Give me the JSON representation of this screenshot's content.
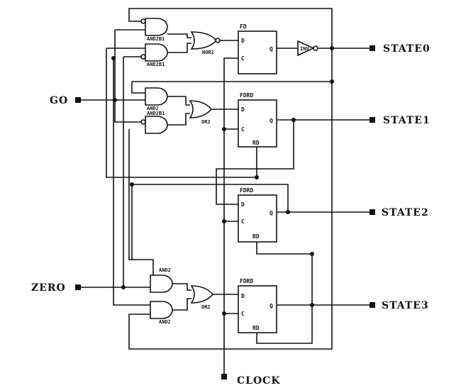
{
  "ports": {
    "go": "GO",
    "zero": "ZERO",
    "clock": "CLOCK",
    "state0": "STATE0",
    "state1": "STATE1",
    "state2": "STATE2",
    "state3": "STATE3"
  },
  "gates": {
    "and2b1_a": "AND2B1",
    "and2b1_b": "AND2B1",
    "nor2": "NOR2",
    "and2_a": "AND2",
    "and2b1_c": "AND2B1",
    "or2_a": "OR2",
    "and2_b": "AND2",
    "and2_c": "AND2",
    "or2_b": "OR2",
    "inv": "INV"
  },
  "flipflops": {
    "ff0": {
      "type": "FD",
      "d": "D",
      "q": "Q",
      "c": "C"
    },
    "ff1": {
      "type": "FDRD",
      "d": "D",
      "q": "Q",
      "c": "C",
      "rd": "RD"
    },
    "ff2": {
      "type": "FDRD",
      "d": "D",
      "q": "Q",
      "c": "C",
      "rd": "RD"
    },
    "ff3": {
      "type": "FDRD",
      "d": "D",
      "q": "Q",
      "c": "C",
      "rd": "RD"
    }
  }
}
